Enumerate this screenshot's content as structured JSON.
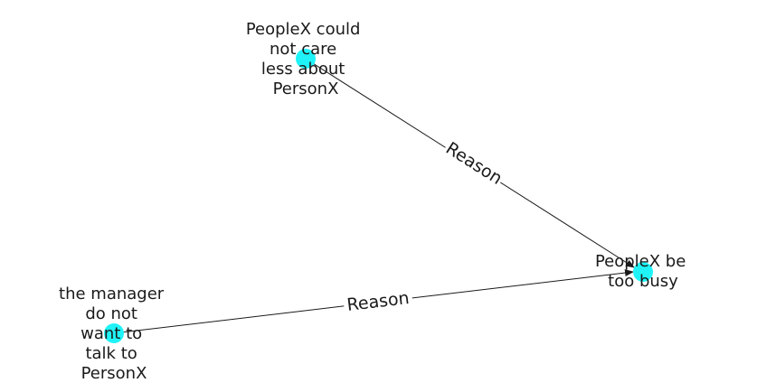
{
  "diagram": {
    "node_color": "#1ff3f7",
    "edge_color": "#1a1a1a",
    "nodes": [
      {
        "id": "n1",
        "lines": [
          "PeopleX could",
          "not care",
          "less about",
          "PersonX"
        ]
      },
      {
        "id": "n2",
        "lines": [
          "PeopleX be",
          "too busy"
        ]
      },
      {
        "id": "n3",
        "lines": [
          "the manager",
          "do not",
          "want to",
          "talk to",
          "PersonX"
        ]
      }
    ],
    "edges": [
      {
        "from": "n1",
        "to": "n2",
        "label": "Reason"
      },
      {
        "from": "n3",
        "to": "n2",
        "label": "Reason"
      }
    ]
  }
}
